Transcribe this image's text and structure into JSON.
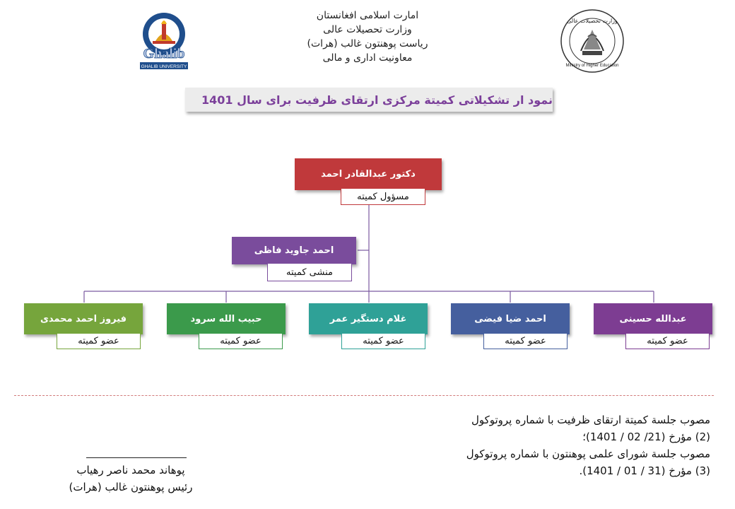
{
  "header": {
    "lines": [
      "امارت اسلامی افغانستان",
      "وزارت تحصیلات عالی",
      "ریاست پوهنتون غالب (هرات)",
      "معاونیت اداری و مالی"
    ],
    "left_logo": {
      "icon": "ghalib-university-logo",
      "text_main": "Ghalib",
      "text_sub": "GHALIB UNIVERSITY"
    },
    "right_logo": {
      "icon": "ministry-higher-education-seal",
      "text_sub": "Ministry of Higher Education",
      "text_top": "وزارت تحصیلات عالی"
    }
  },
  "title": "نمود ار تشکیلاتی کمیتة مرکزی ارتقای ظرفیت برای سال 1401",
  "chart": {
    "head": {
      "name": "دکتور عبدالقادر احمد",
      "role": "مسؤول کمیته",
      "color": "#c0393b"
    },
    "secretary": {
      "name": "احمد جاوید فاظی",
      "role": "منشی کمیته",
      "color": "#7a4c9c"
    },
    "members": [
      {
        "name": "فیروز احمد محمدی",
        "role": "عضو کمیته",
        "color": "#76a53c"
      },
      {
        "name": "حبیب الله سرود",
        "role": "عضو کمیته",
        "color": "#3b9a4b"
      },
      {
        "name": "غلام دستگیر عمر",
        "role": "عضو کمیته",
        "color": "#2fa197"
      },
      {
        "name": "احمد ضیا فیضی",
        "role": "عضو کمیته",
        "color": "#455f9e"
      },
      {
        "name": "عبدالله حسینی",
        "role": "عضو کمیته",
        "color": "#7d3d92"
      }
    ],
    "line_color": "#7a5aa0"
  },
  "approval": {
    "line1": "مصوب جلسة کمیتة ارتقای ظرفیت با شماره پروتوکول",
    "line2": "(2) مؤرخ (21/ 02 / 1401)؛",
    "line3": "مصوب جلسة شورای علمی پوهنتون با شماره پروتوکول",
    "line4": "(3) مؤرخ (31 / 01 / 1401)."
  },
  "signature": {
    "name": "پوهاند محمد ناصر رهیاب",
    "title": "رئیس پوهنتون غالب (هرات)"
  }
}
